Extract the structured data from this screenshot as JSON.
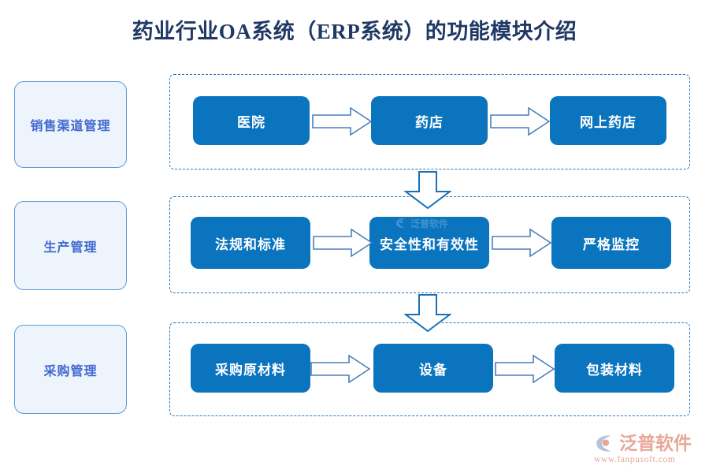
{
  "page": {
    "title": "药业行业OA系统（ERP系统）的功能模块介绍",
    "title_color": "#1f3864",
    "background": "#ffffff",
    "node_color": "#0a74bf",
    "frame_color": "#2e75b6",
    "category_fill": "#eef4fc",
    "category_border": "#5b9bd5",
    "category_text_color": "#4169d0",
    "arrow_color": "#2e75b6",
    "brand_color": "#e8a798"
  },
  "categories": [
    {
      "label": "销售渠道管理",
      "name": "sales-channel-management"
    },
    {
      "label": "生产管理",
      "name": "production-management"
    },
    {
      "label": "采购管理",
      "name": "procurement-management"
    }
  ],
  "rows": [
    {
      "category": "销售渠道管理",
      "nodes": [
        {
          "label": "医院"
        },
        {
          "label": "药店"
        },
        {
          "label": "网上药店"
        }
      ]
    },
    {
      "category": "生产管理",
      "nodes": [
        {
          "label": "法规和标准"
        },
        {
          "label": "安全性和有效性"
        },
        {
          "label": "严格监控"
        }
      ]
    },
    {
      "category": "采购管理",
      "nodes": [
        {
          "label": "采购原材料"
        },
        {
          "label": "设备"
        },
        {
          "label": "包装材料"
        }
      ]
    }
  ],
  "connectors": {
    "right_arrow_icon": "arrow-right-icon",
    "down_arrow_icon": "arrow-down-icon",
    "down_arrow_count": 2,
    "right_arrow_count": 6
  },
  "watermark": {
    "text": "泛普软件",
    "icon": "fanpu-logo-icon"
  },
  "brand": {
    "name": "泛普软件",
    "url": "www.fanpusoft.com",
    "icon": "fanpu-logo-icon"
  }
}
